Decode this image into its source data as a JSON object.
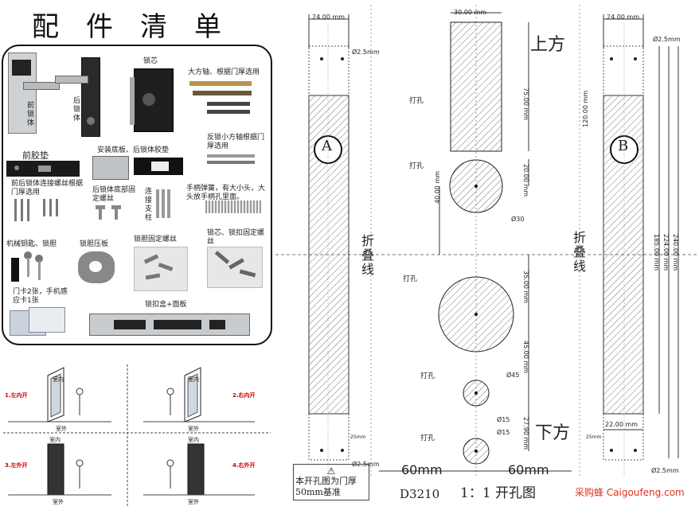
{
  "title": "配件清单",
  "parts": {
    "front_body": "前锁体",
    "rear_body": "后锁体",
    "lock_core": "锁芯",
    "square_shaft": "大方轴、根据门厚选用",
    "anti_lock_shaft": "反锁小方轴根据门厚选用",
    "front_gasket": "前胶垫",
    "base_plate": "安装底板、后锁体胶垫",
    "connect_screws": "前后锁体连接螺丝根据门厚选用",
    "rear_bottom_screws": "后锁体底部固定螺丝",
    "connect_post": "连接支柱",
    "handle_spring": "手柄弹簧，有大小头，大头放手柄孔里面。",
    "mech_key": "机械钥匙、锁胆",
    "cylinder_plate": "锁胆压板",
    "cylinder_screws": "锁胆固定螺丝",
    "core_screws": "锁芯、锁扣固定螺丝",
    "cards": "门卡2张，手机感应卡1张",
    "strike_box": "锁扣盒+面板"
  },
  "doors": [
    {
      "label": "1.左内开",
      "inside": "室内",
      "outside": "室外"
    },
    {
      "label": "2.右内开",
      "inside": "室内",
      "outside": "室外"
    },
    {
      "label": "3.左外开",
      "inside": "室内",
      "outside": "室外"
    },
    {
      "label": "4.右外开",
      "inside": "室内",
      "outside": "室外"
    }
  ],
  "template": {
    "left_width": "24.00 mm",
    "right_width": "24.00 mm",
    "center_width": "30.00 mm",
    "hole_dia_small": "Ø2.5mm",
    "hole_dia_right": "Ø2.5mm",
    "hole_dia_left_bottom": "Ø2.5mm",
    "hole_dia_right_bottom": "Ø2.5mm",
    "label_a": "A",
    "label_b": "B",
    "fold_line": "折叠线",
    "top": "上方",
    "bottom": "下方",
    "drill": "打孔",
    "dim_75": "75.00 mm",
    "dim_20": "20.00 mm",
    "dim_40": "40.00 mm",
    "dim_35": "35.00 mm",
    "dim_45": "45.00 mm",
    "dim_27": "27.90 mm",
    "dim_120": "120.00 mm",
    "dim_185": "185.00 mm",
    "dim_224": "224.00 mm",
    "dim_240": "240.00 mm",
    "dim_22": "22.00 mm",
    "dim_25a": "25mm",
    "dim_25b": "25mm",
    "d30": "Ø30",
    "d45": "Ø45",
    "d15a": "Ø15",
    "d15b": "Ø15",
    "sixty_left": "60mm",
    "sixty_right": "60mm",
    "model": "D3210",
    "scale": "1：1 开孔图",
    "note": "本开孔图为门厚50mm基准"
  },
  "brand": "采购蜂 Caigoufeng.com"
}
